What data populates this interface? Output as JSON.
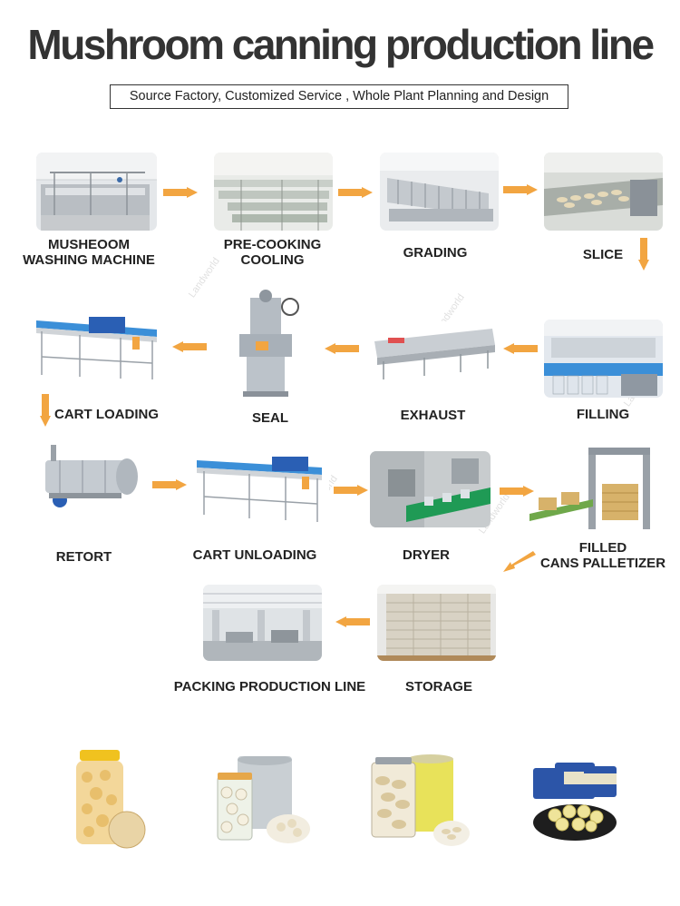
{
  "header": {
    "title": "Mushroom canning production line",
    "subtitle": "Source Factory, Customized Service , Whole Plant Planning and Design"
  },
  "steps": [
    {
      "label_line1": "MUSHEOOM",
      "label_line2": "WASHING MACHINE",
      "photo": "washing-machine"
    },
    {
      "label_line1": "PRE-COOKING",
      "label_line2": "COOLING",
      "photo": "cooling-conveyor"
    },
    {
      "label_line1": "GRADING",
      "label_line2": "",
      "photo": "drum-grader"
    },
    {
      "label_line1": "SLICE",
      "label_line2": "",
      "photo": "slicer"
    },
    {
      "label_line1": "FILLING",
      "label_line2": "",
      "photo": "filling-machine"
    },
    {
      "label_line1": "EXHAUST",
      "label_line2": "",
      "photo": "exhaust-box"
    },
    {
      "label_line1": "SEAL",
      "label_line2": "",
      "photo": "can-seamer"
    },
    {
      "label_line1": "CART LOADING",
      "label_line2": "",
      "photo": "cart-loading-conveyor"
    },
    {
      "label_line1": "RETORT",
      "label_line2": "",
      "photo": "retort"
    },
    {
      "label_line1": "CART UNLOADING",
      "label_line2": "",
      "photo": "cart-unloading-conveyor"
    },
    {
      "label_line1": "DRYER",
      "label_line2": "",
      "photo": "can-dryer"
    },
    {
      "label_line1": "FILLED",
      "label_line2": "CANS PALLETIZER",
      "photo": "palletizer"
    },
    {
      "label_line1": "STORAGE",
      "label_line2": "",
      "photo": "warehouse"
    },
    {
      "label_line1": "PACKING PRODUCTION LINE",
      "label_line2": "",
      "photo": "factory-hall"
    }
  ],
  "products": [
    {
      "icon": "plastic-jar-mushrooms"
    },
    {
      "icon": "glass-jar-and-tin-can"
    },
    {
      "icon": "sliced-mushroom-jar"
    },
    {
      "icon": "canned-mushrooms-bowl"
    }
  ],
  "watermark": "Landworld",
  "colors": {
    "arrow": "#f2a541",
    "title": "#333333",
    "steel": "#c8ccd0",
    "conveyor_blue": "#3b8fd8",
    "motor_blue": "#2a5fb4"
  }
}
